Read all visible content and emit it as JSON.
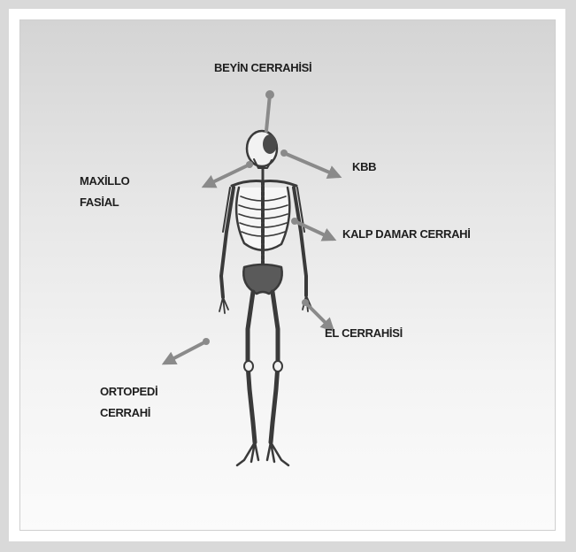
{
  "labels": {
    "beyin": "BEYİN CERRAHİSİ",
    "kbb": "KBB",
    "maxillo_line1": "MAXİLLO",
    "maxillo_line2": "FASİAL",
    "kalp": "KALP  DAMAR CERRAHİ",
    "el": "EL CERRAHİSİ",
    "ortopedi_line1": "ORTOPEDİ",
    "ortopedi_line2": "CERRAHİ"
  },
  "colors": {
    "background": "#d9d9d9",
    "panel_top": "#d4d4d4",
    "panel_bottom": "#fbfbfb",
    "arrow": "#8a8a8a",
    "skeleton": "#3a3a3a",
    "text": "#1e1e1e"
  },
  "icons": {
    "figure": "skeleton-illustration",
    "pointer": "arrow-pointer"
  }
}
